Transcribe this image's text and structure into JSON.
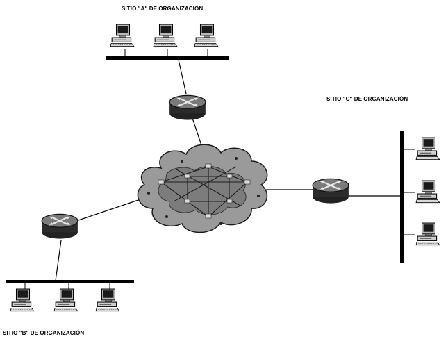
{
  "sites": {
    "a": {
      "label": "SITIO \"A\" DE ORGANIZACIÓN"
    },
    "b": {
      "label": "SITIO \"B\" DE ORGANIZACIÓN"
    },
    "c": {
      "label": "SITIO \"C\" DE ORGANIZACIÓN"
    }
  }
}
